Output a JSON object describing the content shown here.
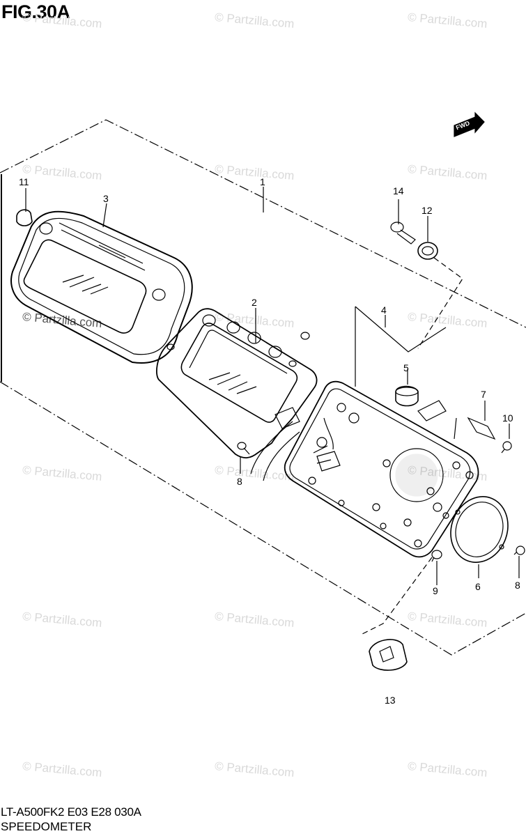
{
  "figure": {
    "title": "FIG.30A"
  },
  "footer": {
    "model_code": "LT-A500FK2 E03 E28  030A",
    "section_name": "SPEEDOMETER"
  },
  "watermark": {
    "text": "© Partzilla.com"
  },
  "fwd_badge": {
    "text": "FWD"
  },
  "callouts": [
    {
      "id": "c1",
      "label": "1"
    },
    {
      "id": "c2",
      "label": "2"
    },
    {
      "id": "c3",
      "label": "3"
    },
    {
      "id": "c4",
      "label": "4"
    },
    {
      "id": "c5",
      "label": "5"
    },
    {
      "id": "c6",
      "label": "6"
    },
    {
      "id": "c7",
      "label": "7"
    },
    {
      "id": "c8a",
      "label": "8"
    },
    {
      "id": "c8b",
      "label": "8"
    },
    {
      "id": "c9",
      "label": "9"
    },
    {
      "id": "c10",
      "label": "10"
    },
    {
      "id": "c11",
      "label": "11"
    },
    {
      "id": "c12",
      "label": "12"
    },
    {
      "id": "c13",
      "label": "13"
    },
    {
      "id": "c14",
      "label": "14"
    }
  ],
  "colors": {
    "line": "#000000",
    "watermark": "#d9d9d9",
    "background": "#ffffff"
  }
}
